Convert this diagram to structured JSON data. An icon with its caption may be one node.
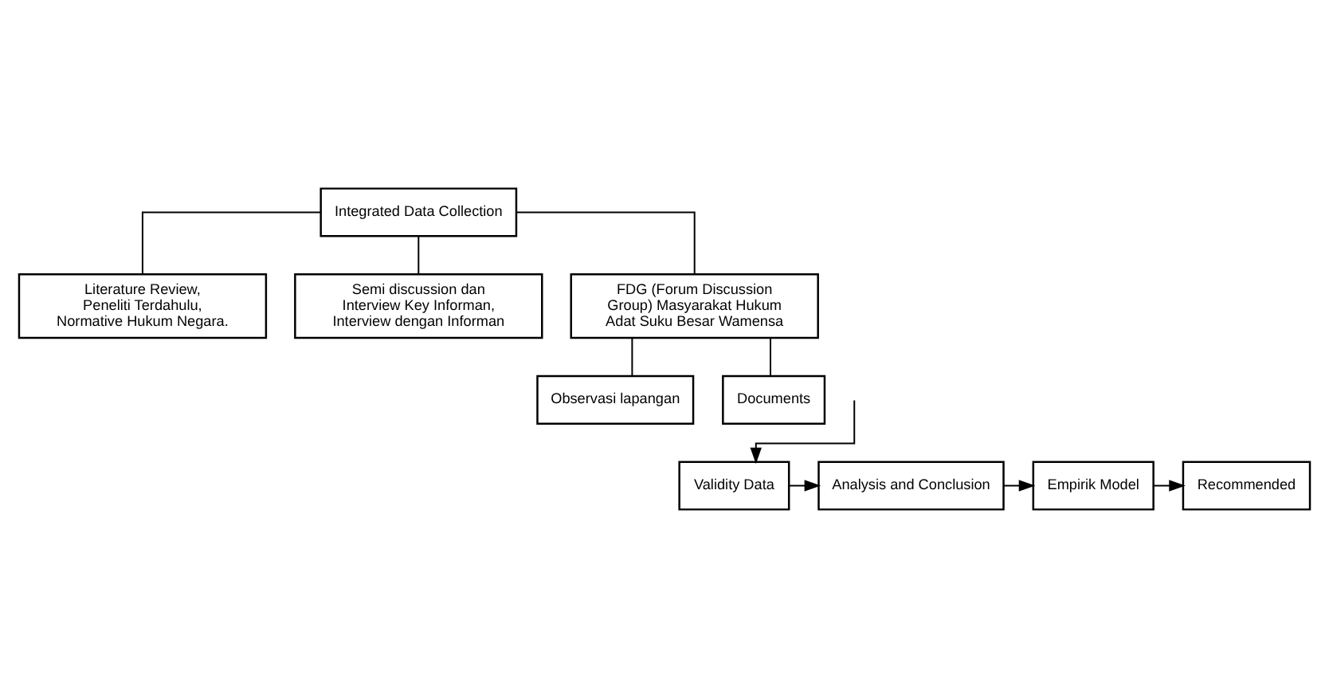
{
  "diagram": {
    "nodes": [
      {
        "text": [
          "Integrated Data Collection"
        ]
      },
      {
        "text": [
          "Literature Review, Peneliti Terdahulu, Normative Hukum Negara."
        ]
      },
      {
        "text": [
          "Semi discussion dan Interview Key Informan, Interview dengan Informan"
        ]
      },
      {
        "text": [
          "FDG (Forum Discussion Group) Masyarakat Hukum Adat Suku Besar Wamensa"
        ]
      },
      {
        "text": [
          "Observasi lapangan"
        ]
      },
      {
        "text": [
          "Documents"
        ]
      },
      {
        "text": [
          "Validity Data"
        ]
      },
      {
        "text": [
          "Analysis and Conclusion"
        ]
      },
      {
        "text": [
          "Empirik Model"
        ]
      },
      {
        "text": [
          "Recommended"
        ]
      }
    ],
    "edges": [
      {
        "from": 0,
        "to": 1,
        "arrow": "none"
      },
      {
        "from": 0,
        "to": 2,
        "arrow": "none"
      },
      {
        "from": 0,
        "to": 3,
        "arrow": "none"
      },
      {
        "from": 3,
        "to": 4,
        "arrow": "none"
      },
      {
        "from": 3,
        "to": 5,
        "arrow": "none"
      },
      {
        "from": null,
        "to": 6,
        "arrow": "to"
      },
      {
        "from": 6,
        "to": 7,
        "arrow": "to"
      },
      {
        "from": 7,
        "to": 8,
        "arrow": "to"
      },
      {
        "from": 8,
        "to": 9,
        "arrow": "to"
      }
    ]
  }
}
